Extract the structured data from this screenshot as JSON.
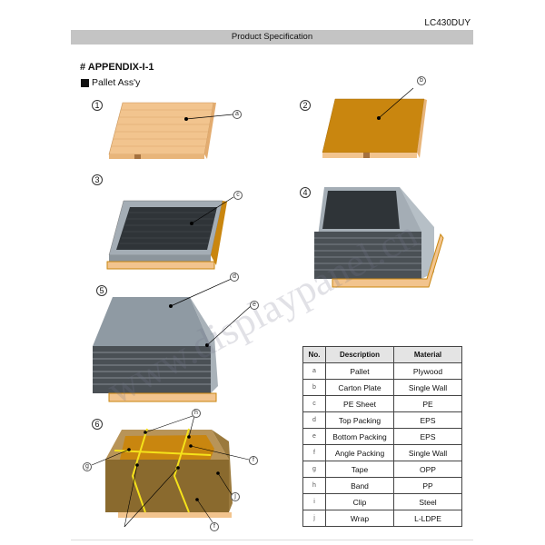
{
  "header": {
    "doc_id": "LC430DUY",
    "title": "Product Specification"
  },
  "appendix_title": "# APPENDIX-I-1",
  "section_title": "Pallet Ass'y",
  "steps": [
    "1",
    "2",
    "3",
    "4",
    "5",
    "6"
  ],
  "callouts": {
    "a": "a",
    "b": "b",
    "c": "c",
    "d": "d",
    "e": "e",
    "f": "f",
    "g": "g",
    "h": "h",
    "j": "j"
  },
  "table": {
    "headers": {
      "no": "No.",
      "description": "Description",
      "material": "Material"
    },
    "rows": [
      {
        "no": "a",
        "description": "Pallet",
        "material": "Plywood"
      },
      {
        "no": "b",
        "description": "Carton Plate",
        "material": "Single Wall"
      },
      {
        "no": "c",
        "description": "PE Sheet",
        "material": "PE"
      },
      {
        "no": "d",
        "description": "Top Packing",
        "material": "EPS"
      },
      {
        "no": "e",
        "description": "Bottom Packing",
        "material": "EPS"
      },
      {
        "no": "f",
        "description": "Angle Packing",
        "material": "Single Wall"
      },
      {
        "no": "g",
        "description": "Tape",
        "material": "OPP"
      },
      {
        "no": "h",
        "description": "Band",
        "material": "PP"
      },
      {
        "no": "i",
        "description": "Clip",
        "material": "Steel"
      },
      {
        "no": "j",
        "description": "Wrap",
        "material": "L-LDPE"
      }
    ]
  },
  "watermark": "www.displaypanel.cn",
  "colors": {
    "pallet": "#f2c48e",
    "carton": "#c9860f",
    "eps": "#9aa4ad",
    "dark_panel": "#3a3f44",
    "wrap": "#8a6a2e",
    "band": "#f5e21a",
    "title_bar": "#c4c4c4"
  }
}
